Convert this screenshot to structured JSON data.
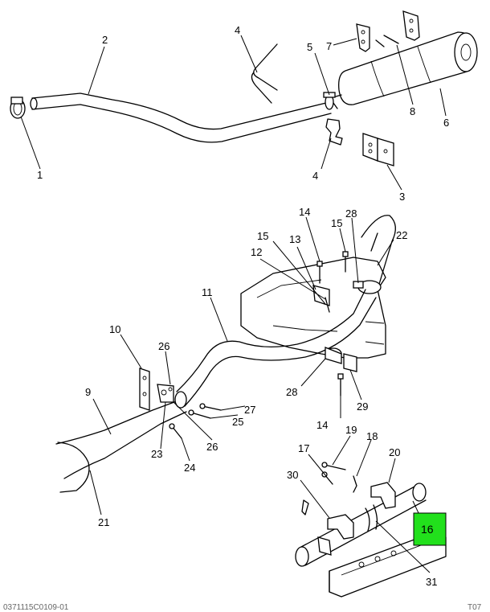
{
  "callouts": {
    "c1": "1",
    "c2": "2",
    "c3": "3",
    "c4a": "4",
    "c4b": "4",
    "c5": "5",
    "c6": "6",
    "c7": "7",
    "c8": "8",
    "c9": "9",
    "c10": "10",
    "c11": "11",
    "c12": "12",
    "c13": "13",
    "c14a": "14",
    "c14b": "14",
    "c15a": "15",
    "c15b": "15",
    "c16": "16",
    "c17": "17",
    "c18": "18",
    "c19": "19",
    "c20": "20",
    "c21": "21",
    "c22": "22",
    "c23": "23",
    "c24": "24",
    "c25": "25",
    "c26a": "26",
    "c26b": "26",
    "c27": "27",
    "c28a": "28",
    "c28b": "28",
    "c29": "29",
    "c30": "30",
    "c31": "31"
  },
  "highlight": {
    "label": "16",
    "color": "#22e01c"
  },
  "footer": {
    "left": "0371115C0109-01",
    "right": "T07"
  }
}
